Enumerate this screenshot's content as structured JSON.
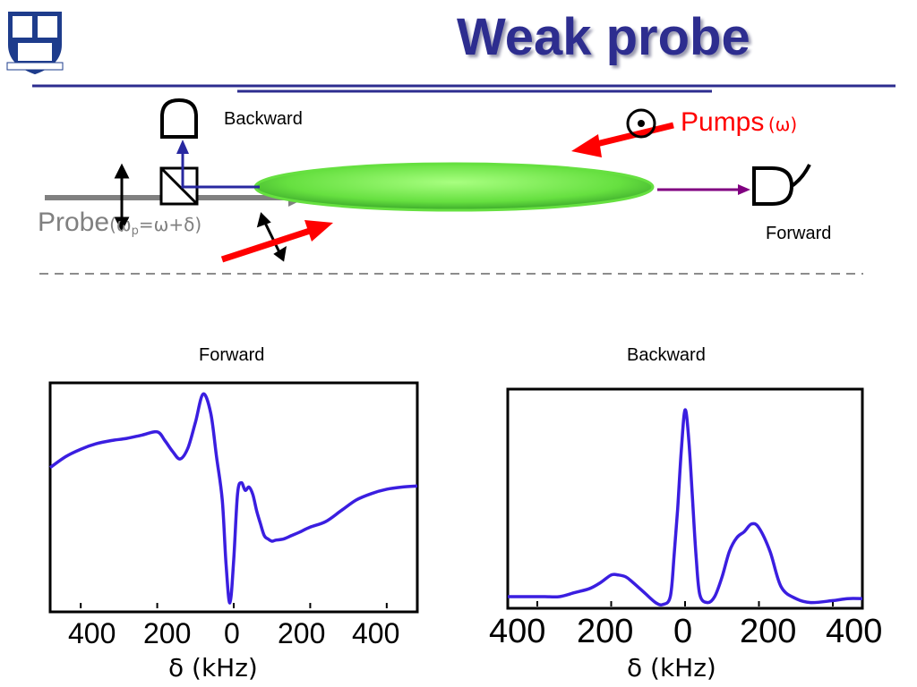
{
  "title": "Weak probe",
  "diagram": {
    "backward_label": "Backward",
    "forward_label": "Forward",
    "pumps_label": "Pumps",
    "pumps_freq": "(ω)",
    "probe_label": "Probe",
    "probe_freq_open": "(ω",
    "probe_freq_sub": "p",
    "probe_freq_rest": "=ω+δ)",
    "colors": {
      "probe": "#808080",
      "pump": "#ff0000",
      "cloud": "#66e040",
      "backward_path": "#2828a0",
      "forward_path": "#800080",
      "title": "#2d2d8f"
    }
  },
  "plots": {
    "forward": {
      "title": "Forward",
      "xlabel": "δ (kHz)",
      "tick_labels": [
        "400",
        "200",
        "0",
        "200",
        "400"
      ],
      "stray_glyph": "",
      "line_color": "#3a1ee0"
    },
    "backward": {
      "title": "Backward",
      "xlabel": "δ (kHz)",
      "tick_labels": [
        "400",
        "200",
        "0",
        "200",
        "400"
      ],
      "stray_glyph": "",
      "line_color": "#3a1ee0"
    }
  },
  "chart_data": [
    {
      "type": "line",
      "title": "Forward",
      "xlabel": "δ (kHz)",
      "xlim": [
        -480,
        480
      ],
      "xticks": [
        -400,
        -200,
        0,
        200,
        400
      ],
      "x": [
        -480,
        -440,
        -400,
        -360,
        -320,
        -280,
        -240,
        -200,
        -180,
        -160,
        -140,
        -120,
        -100,
        -80,
        -60,
        -45,
        -30,
        -20,
        -10,
        0,
        10,
        20,
        30,
        40,
        50,
        60,
        70,
        80,
        90,
        100,
        110,
        130,
        150,
        170,
        200,
        240,
        280,
        320,
        360,
        400,
        440,
        480
      ],
      "y": [
        0.3,
        0.4,
        0.47,
        0.52,
        0.55,
        0.57,
        0.6,
        0.63,
        0.55,
        0.45,
        0.38,
        0.48,
        0.72,
        0.98,
        0.8,
        0.4,
        0.0,
        -0.6,
        -0.95,
        -0.55,
        0.06,
        0.16,
        0.09,
        0.12,
        0.05,
        -0.1,
        -0.22,
        -0.33,
        -0.36,
        -0.38,
        -0.37,
        -0.36,
        -0.33,
        -0.3,
        -0.25,
        -0.2,
        -0.1,
        0.0,
        0.06,
        0.1,
        0.12,
        0.13
      ]
    },
    {
      "type": "line",
      "title": "Backward",
      "xlabel": "δ (kHz)",
      "xlim": [
        -480,
        480
      ],
      "xticks": [
        -400,
        -200,
        0,
        200,
        400
      ],
      "x": [
        -480,
        -420,
        -380,
        -340,
        -300,
        -260,
        -230,
        -200,
        -180,
        -160,
        -140,
        -110,
        -80,
        -60,
        -40,
        -30,
        -20,
        -10,
        0,
        10,
        20,
        30,
        40,
        60,
        80,
        100,
        120,
        140,
        160,
        180,
        200,
        230,
        260,
        300,
        340,
        400,
        440,
        480
      ],
      "y": [
        0.05,
        0.05,
        0.05,
        0.05,
        0.07,
        0.09,
        0.12,
        0.16,
        0.16,
        0.15,
        0.12,
        0.07,
        0.02,
        0.01,
        0.05,
        0.25,
        0.5,
        0.8,
        1.0,
        0.85,
        0.55,
        0.25,
        0.06,
        0.02,
        0.05,
        0.15,
        0.28,
        0.35,
        0.38,
        0.42,
        0.4,
        0.28,
        0.1,
        0.04,
        0.02,
        0.03,
        0.04,
        0.04
      ]
    }
  ]
}
